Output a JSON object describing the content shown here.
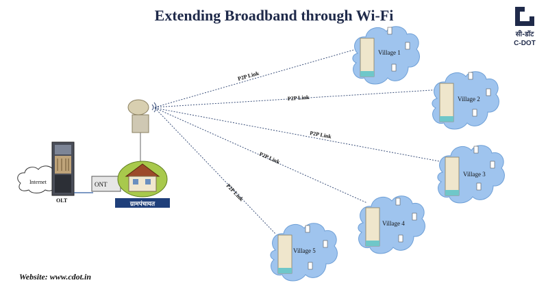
{
  "title": "Extending Broadband through Wi-Fi",
  "logo": {
    "hindi": "सी-डॉट",
    "english": "C-DOT"
  },
  "website": "Website: www.cdot.in",
  "equipment": {
    "internet": "Internet",
    "olt": "OLT",
    "ont": "ONT",
    "gram_panchayat": "ग्रामपंचायत"
  },
  "links": [
    "P2P Link",
    "P2P Link",
    "P2P Link",
    "P2P Link",
    "P2P Link"
  ],
  "villages": [
    "Village 1",
    "Village 2",
    "Village 3",
    "Village 4",
    "Village 5"
  ],
  "colors": {
    "cloud": "#9fc4ee",
    "cloud_edge": "#6e9fd6",
    "link": "#3a4f7a",
    "title": "#1f2a4a"
  }
}
